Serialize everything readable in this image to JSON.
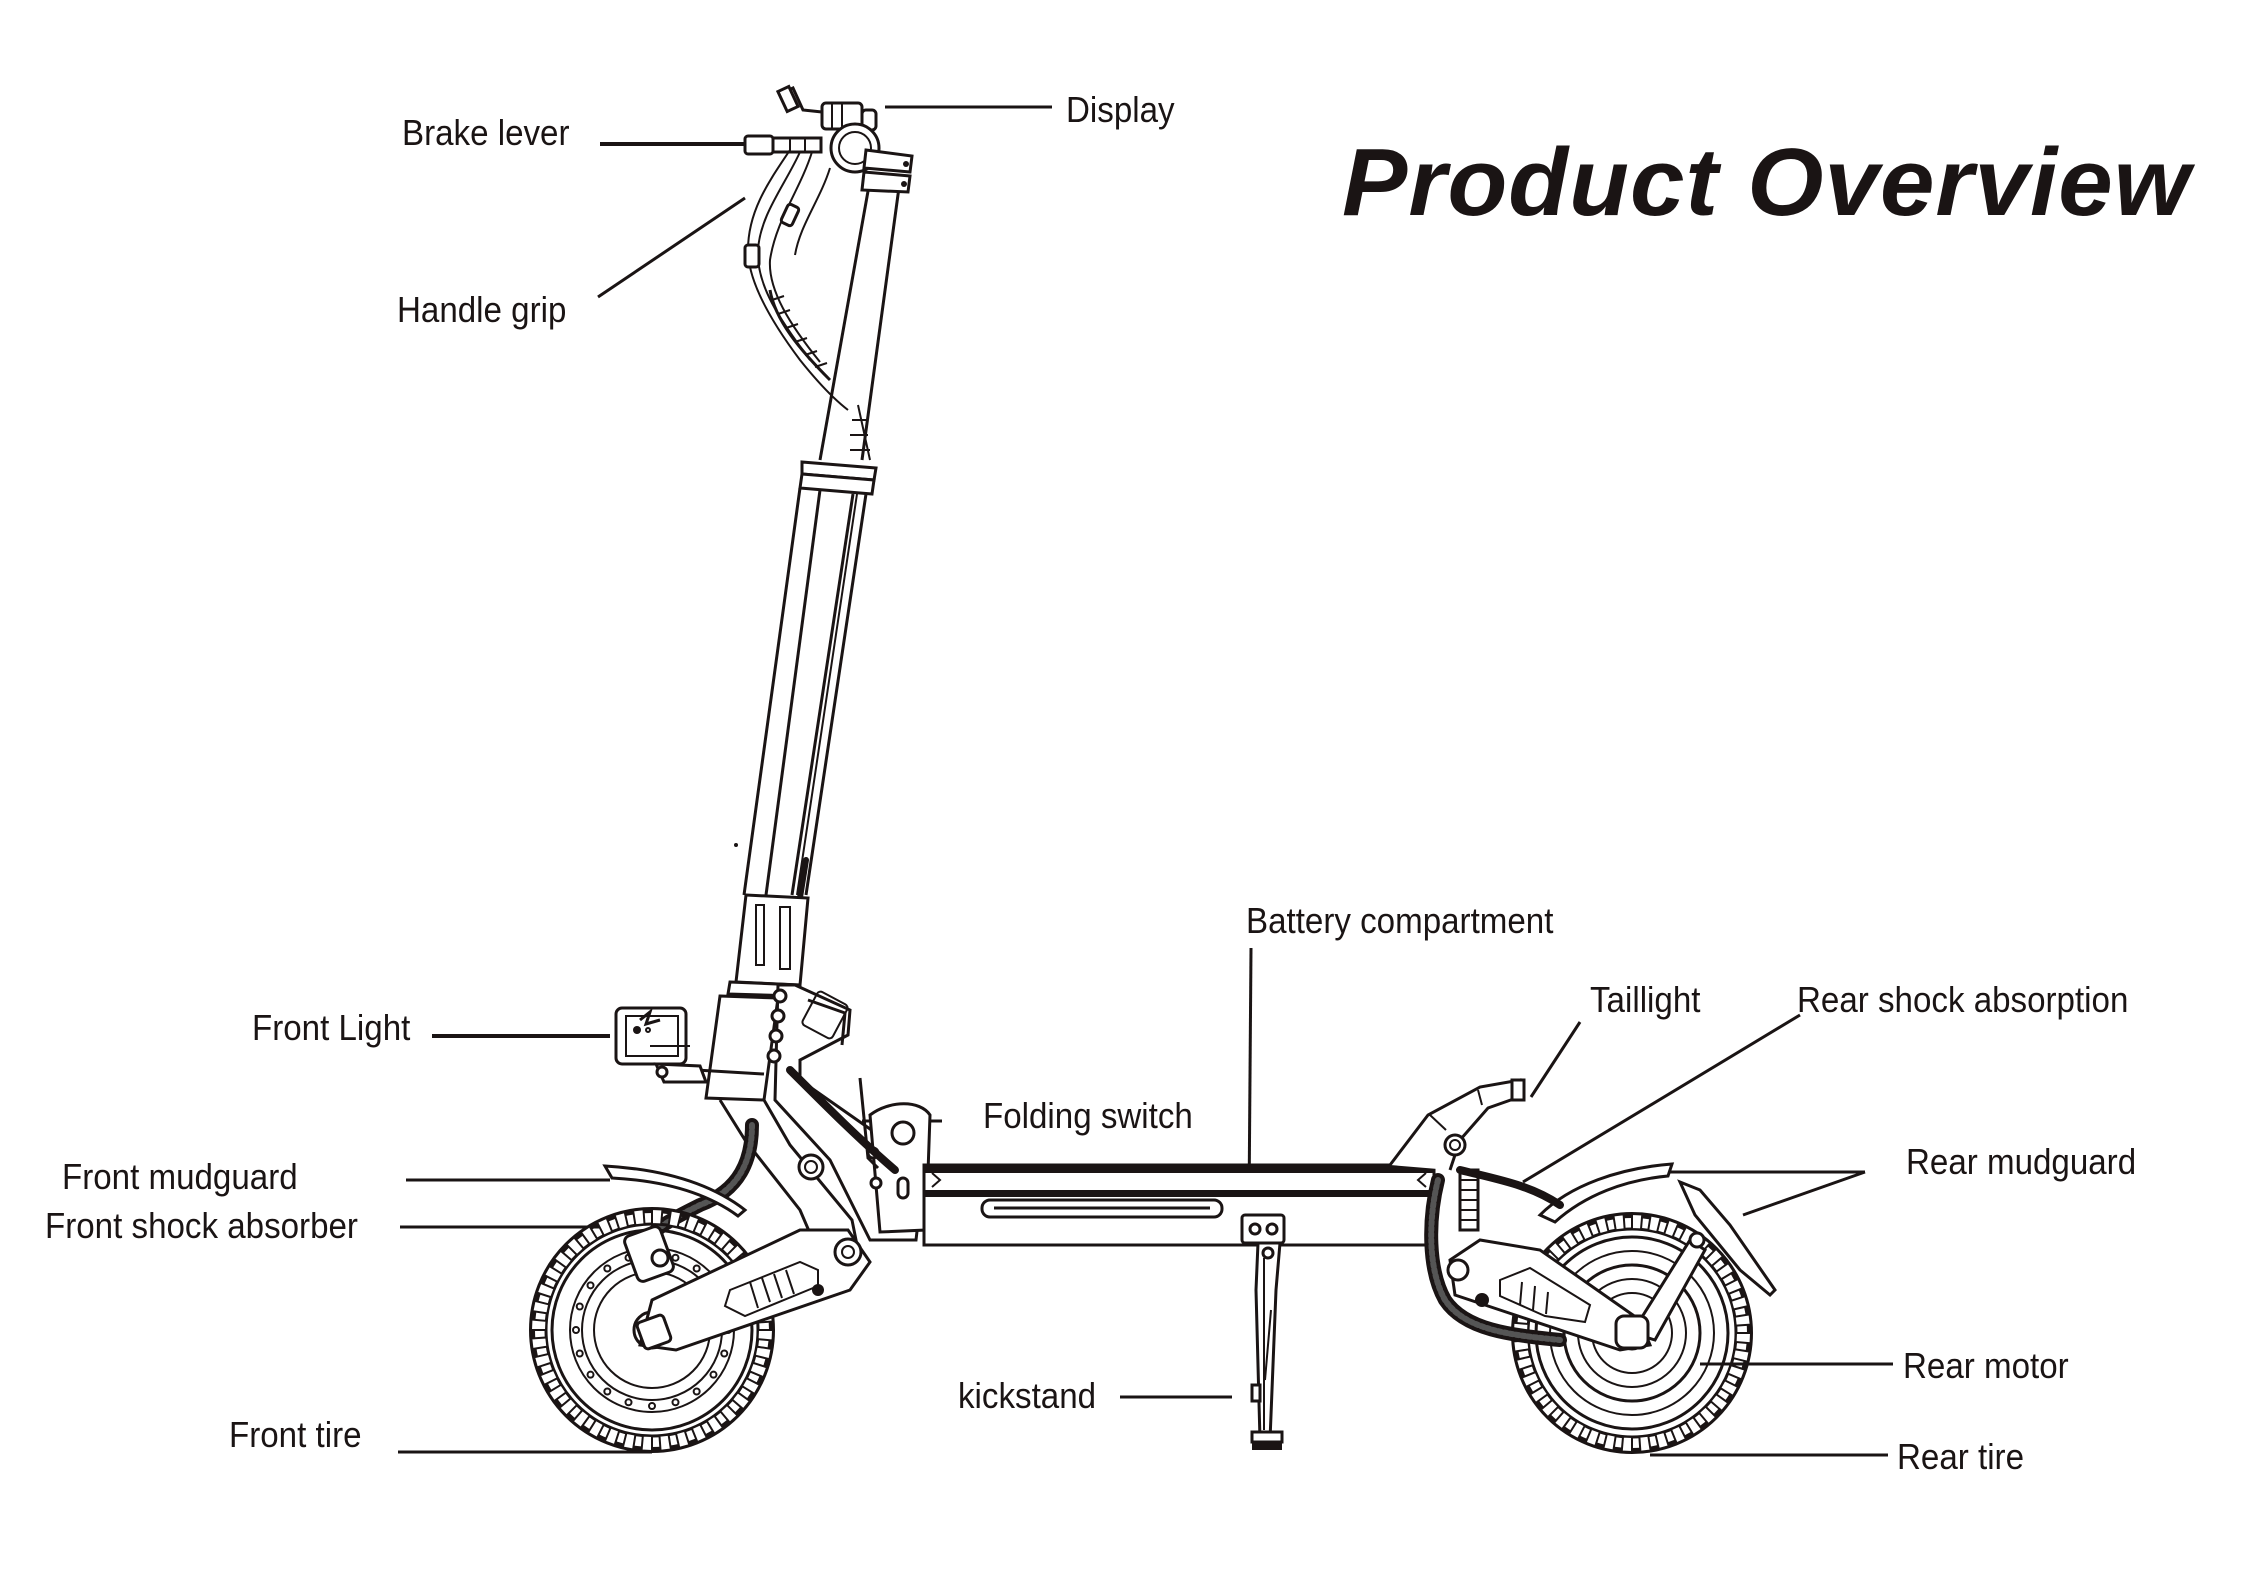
{
  "title": "Product Overview",
  "labels": {
    "display": "Display",
    "brake_lever": "Brake lever",
    "handle_grip": "Handle grip",
    "battery_compartment": "Battery compartment",
    "taillight": "Taillight",
    "rear_shock_absorption": "Rear shock absorption",
    "front_light": "Front Light",
    "folding_switch": "Folding switch",
    "rear_mudguard": "Rear mudguard",
    "front_mudguard": "Front mudguard",
    "front_shock_absorber": "Front shock absorber",
    "rear_motor": "Rear motor",
    "kickstand": "kickstand",
    "front_tire": "Front tire",
    "rear_tire": "Rear tire"
  },
  "colors": {
    "ink": "#1a1414",
    "background": "#ffffff"
  }
}
